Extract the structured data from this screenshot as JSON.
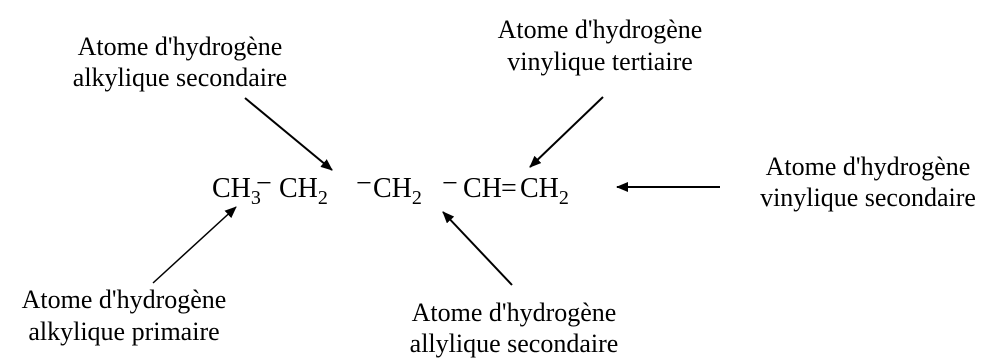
{
  "molecule": {
    "groups": [
      {
        "base": "CH",
        "sub": "3"
      },
      {
        "base": "CH",
        "sub": "2"
      },
      {
        "base": "CH",
        "sub": "2"
      },
      {
        "base": "CH",
        "sub": ""
      },
      {
        "base": "CH",
        "sub": "2"
      }
    ],
    "single_bond": "−",
    "double_bond": "="
  },
  "labels": {
    "alkyl_secondary": {
      "line1": "Atome d'hydrogène",
      "line2": "alkylique secondaire"
    },
    "vinyl_tertiary": {
      "line1": "Atome d'hydrogène",
      "line2": "vinylique tertiaire"
    },
    "vinyl_secondary": {
      "line1": "Atome d'hydrogène",
      "line2": "vinylique secondaire"
    },
    "alkyl_primary": {
      "line1": "Atome d'hydrogène",
      "line2": "alkylique primaire"
    },
    "allyl_secondary": {
      "line1": "Atome d'hydrogène",
      "line2": "allylique secondaire"
    }
  },
  "colors": {
    "ink": "#000000",
    "background": "#ffffff"
  }
}
